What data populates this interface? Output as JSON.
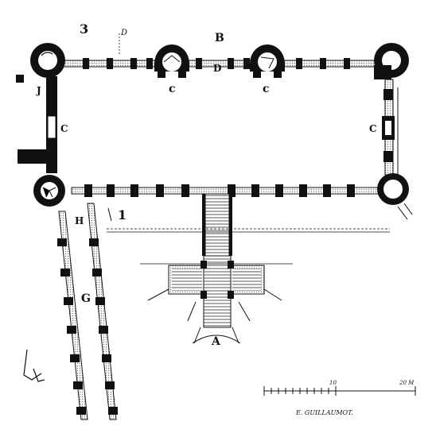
{
  "plan": {
    "labels": {
      "num3": "3",
      "B": "B",
      "D": "D",
      "c_tower1": "c",
      "c_tower2": "c",
      "J": "J",
      "C_left": "C",
      "C_right": "C",
      "H": "H",
      "G": "G",
      "A": "A",
      "num1": "1",
      "top_mark": "D"
    },
    "scale": {
      "mid_label": "10",
      "end_label": "20 M",
      "signature": "E. GUILLAUMOT."
    },
    "colors": {
      "ink": "#111111",
      "paper": "#ffffff",
      "hatch": "#8a8a8a"
    }
  }
}
